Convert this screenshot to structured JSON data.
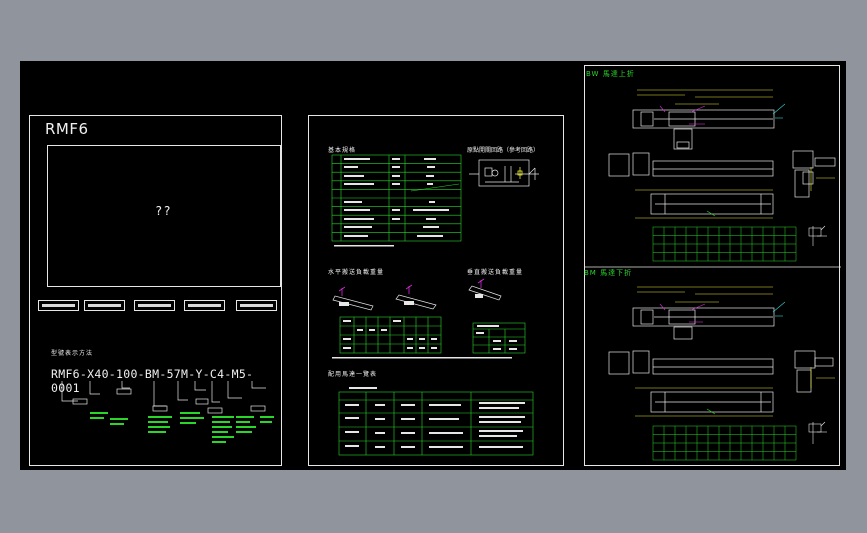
{
  "left_sheet": {
    "title": "RMF6",
    "preview_placeholder": "??",
    "ordering_heading": "型號表示方法",
    "model_code": "RMF6-X40-100-BM-57M-Y-C4-M5-0001"
  },
  "center_sheet": {
    "spec_heading": "基本規格",
    "circuit_heading": "原點開關回路（參考回路）",
    "load_heading_left": "水平搬送負載重量",
    "load_heading_right": "垂直搬送負載重量",
    "motor_heading": "配用馬達一覽表"
  },
  "right_sheet": {
    "upper_heading": "BW 馬達上折",
    "lower_heading": "BM 馬達下折"
  },
  "colors": {
    "background": "#8f949d",
    "canvas": "#000000",
    "line_white": "#e6e6e6",
    "cad_green": "#29d629",
    "cad_yellow": "#e6e62e",
    "cad_magenta": "#d62ad6",
    "cad_cyan": "#2ed6d6"
  }
}
